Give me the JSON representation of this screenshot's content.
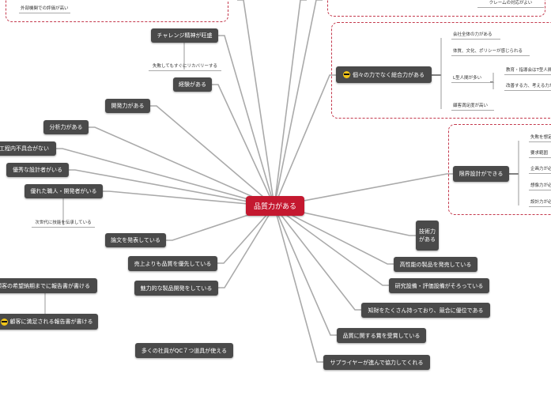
{
  "center": "品質力がある",
  "top_left_group": {
    "item": "外部機関での評価が高い"
  },
  "top_right_group": {
    "item": "クレームの対応がよい"
  },
  "left": {
    "challenge": "チャレンジ精神が旺盛",
    "challenge_sub": "失敗してもすぐにリカバリーする",
    "experience": "経験がある",
    "development": "開発力がある",
    "analysis": "分析力がある",
    "no_defects": "工程内不具合がない",
    "designers": "優秀な設計者がいる",
    "craftsmen": "優れた職人・開発者がいる",
    "craftsmen_sub": "次世代に技能を伝承している",
    "papers": "論文を発表している",
    "quality_first": "売上よりも品質を優先している",
    "attractive": "魅力的な製品開発をしている",
    "report_deadline": "顧客の希望納期までに報告書が書ける",
    "report_satisfy": "顧客に満足される報告書が書ける",
    "qc_tools": "多くの社員がQC７つ道具が使える"
  },
  "right": {
    "synergy": "個々の力でなく総合力がある",
    "synergy_items": [
      "会社全体の力がある",
      "体質、文化、ポリシーが感じられる",
      "L型人間が多い",
      "顧客満足度が高い"
    ],
    "l_type_items": [
      "教育・指導会はT型人間が",
      "改善する力、考える力が"
    ],
    "limit_design": "限界設計ができる",
    "limit_items": [
      "失敗を想定",
      "要求範囲",
      "企画力が必",
      "想像力が必",
      "設計力が必"
    ],
    "tech": "技術力がある",
    "high_perf": "高性能の製品を発売している",
    "facilities": "研究設備・評価設備がそろっている",
    "ip": "知財をたくさん持っており、競合に優位である",
    "award": "品質に関する賞を受賞している",
    "supplier": "サプライヤーが進んで協力してくれる"
  }
}
